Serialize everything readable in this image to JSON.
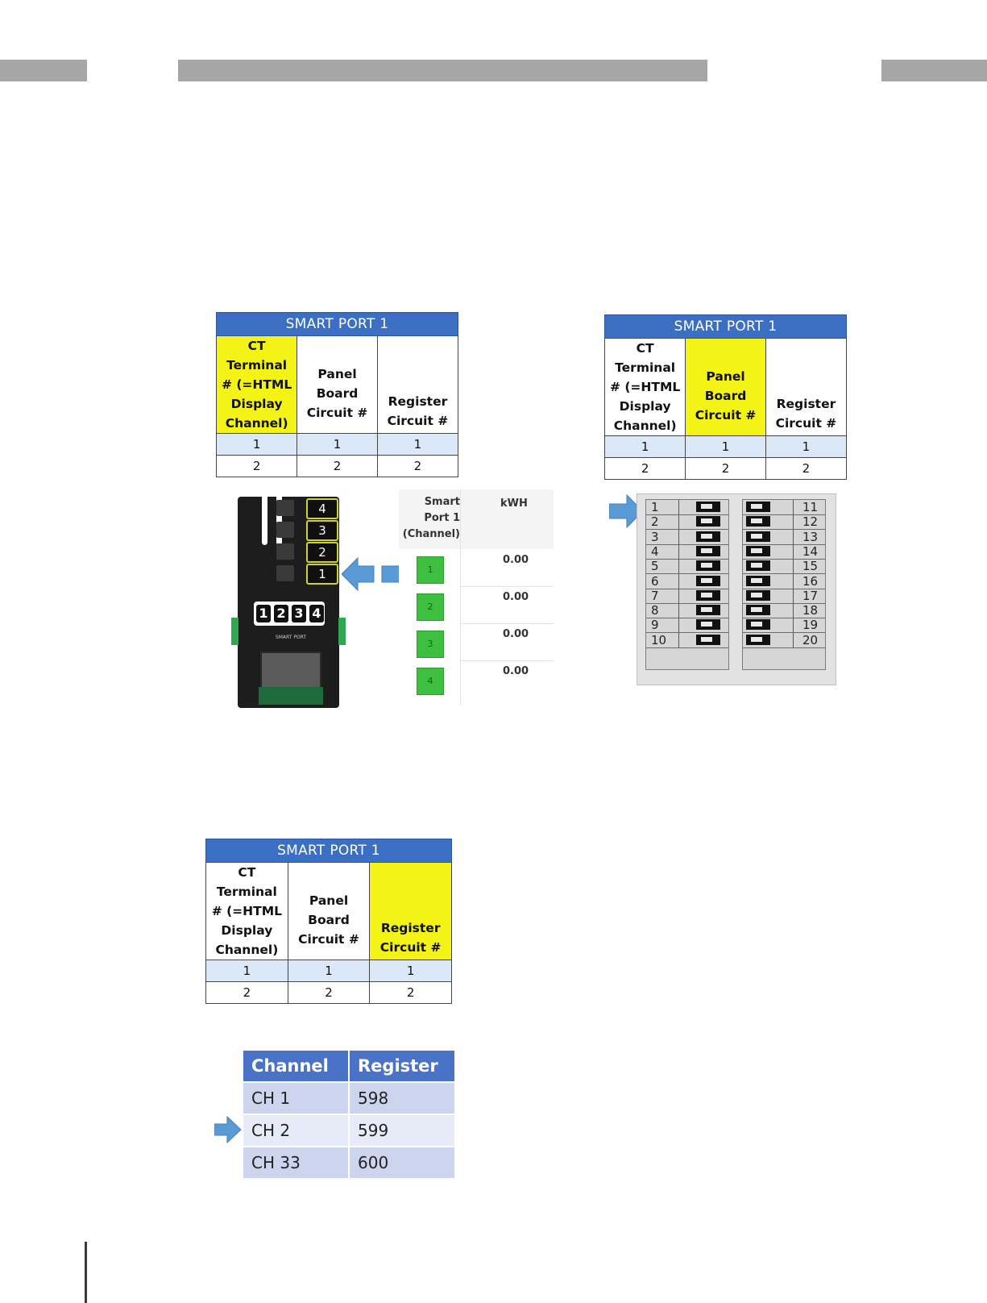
{
  "table_labels": {
    "title": "SMART PORT 1",
    "col_ct": [
      "CT Terminal",
      "# (=HTML",
      "Display",
      "Channel)"
    ],
    "col_panel": [
      "Panel",
      "Board",
      "Circuit #"
    ],
    "col_register": [
      "Register",
      "Circuit #"
    ],
    "rows": [
      [
        "1",
        "1",
        "1"
      ],
      [
        "2",
        "2",
        "2"
      ]
    ]
  },
  "device": {
    "terminals": [
      "4",
      "3",
      "2",
      "1"
    ],
    "port_numbers": [
      "1",
      "2",
      "3",
      "4"
    ],
    "port_label": "SMART PORT"
  },
  "channel_panel": {
    "header_channel": [
      "Smart",
      "Port 1",
      "(Channel)"
    ],
    "header_kwh": "kWH",
    "rows": [
      {
        "channel": "1",
        "kwh": "0.00"
      },
      {
        "channel": "2",
        "kwh": "0.00"
      },
      {
        "channel": "3",
        "kwh": "0.00"
      },
      {
        "channel": "4",
        "kwh": "0.00"
      }
    ]
  },
  "breaker_panel": {
    "left": [
      "1",
      "2",
      "3",
      "4",
      "5",
      "6",
      "7",
      "8",
      "9",
      "10"
    ],
    "right": [
      "11",
      "12",
      "13",
      "14",
      "15",
      "16",
      "17",
      "18",
      "19",
      "20"
    ]
  },
  "channel_register_table": {
    "headers": [
      "Channel",
      "Register"
    ],
    "rows": [
      [
        "CH 1",
        "598"
      ],
      [
        "CH 2",
        "599"
      ],
      [
        "CH 33",
        "600"
      ]
    ]
  },
  "colors": {
    "title_blue": "#3b6fc4",
    "highlight_yellow": "#f3f315",
    "arrow_blue": "#5b9bd5"
  }
}
